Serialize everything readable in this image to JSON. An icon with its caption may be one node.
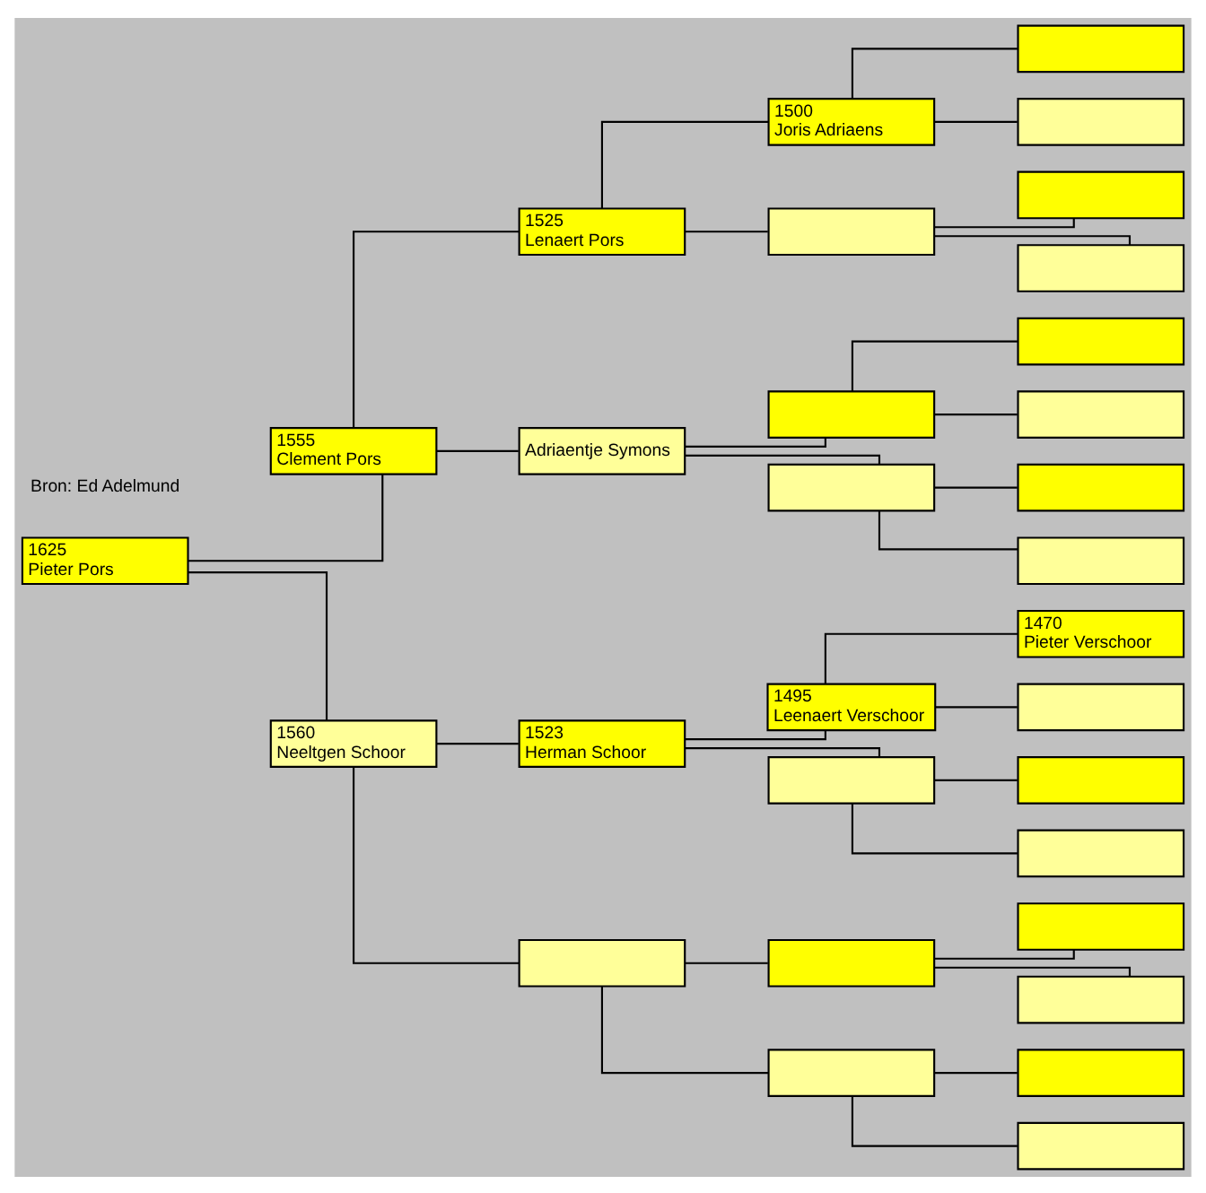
{
  "diagram": {
    "nodes": [
      {
        "text": [
          "1625",
          "Pieter Pors"
        ]
      },
      {
        "text": [
          "1555",
          "Clement Pors"
        ]
      },
      {
        "text": [
          "1560",
          "Neeltgen Schoor"
        ]
      },
      {
        "text": [
          "1525",
          "Lenaert Pors"
        ]
      },
      {
        "text": [
          "Adriaentje Symons"
        ]
      },
      {
        "text": [
          "1523",
          "Herman Schoor"
        ]
      },
      {
        "text": [],
        "shape": "box"
      },
      {
        "text": [
          "1500",
          "Joris Adriaens"
        ]
      },
      {
        "text": [],
        "shape": "box"
      },
      {
        "text": [],
        "shape": "box"
      },
      {
        "text": [],
        "shape": "box"
      },
      {
        "text": [
          "1495",
          "Leenaert Verschoor"
        ]
      },
      {
        "text": [],
        "shape": "box"
      },
      {
        "text": [],
        "shape": "box"
      },
      {
        "text": [],
        "shape": "box"
      },
      {
        "text": [],
        "shape": "box"
      },
      {
        "text": [],
        "shape": "box"
      },
      {
        "text": [],
        "shape": "box"
      },
      {
        "text": [],
        "shape": "box"
      },
      {
        "text": [],
        "shape": "box"
      },
      {
        "text": [],
        "shape": "box"
      },
      {
        "text": [],
        "shape": "box"
      },
      {
        "text": [],
        "shape": "box"
      },
      {
        "text": [
          "1470",
          "Pieter Verschoor"
        ]
      },
      {
        "text": [],
        "shape": "box"
      },
      {
        "text": [],
        "shape": "box"
      },
      {
        "text": [],
        "shape": "box"
      },
      {
        "text": [],
        "shape": "box"
      },
      {
        "text": [],
        "shape": "box"
      },
      {
        "text": [],
        "shape": "box"
      },
      {
        "text": [],
        "shape": "box"
      }
    ],
    "edges": [
      {
        "from": 0,
        "to": 1,
        "arrow": "none"
      },
      {
        "from": 0,
        "to": 2,
        "arrow": "none"
      },
      {
        "from": 1,
        "to": 3,
        "arrow": "none"
      },
      {
        "from": 1,
        "to": 4,
        "arrow": "none"
      },
      {
        "from": 2,
        "to": 5,
        "arrow": "none"
      },
      {
        "from": 2,
        "to": 6,
        "arrow": "none"
      },
      {
        "from": 3,
        "to": 7,
        "arrow": "none"
      },
      {
        "from": 3,
        "to": 8,
        "arrow": "none"
      },
      {
        "from": 4,
        "to": 9,
        "arrow": "none"
      },
      {
        "from": 4,
        "to": 10,
        "arrow": "none"
      },
      {
        "from": 5,
        "to": 11,
        "arrow": "none"
      },
      {
        "from": 5,
        "to": 12,
        "arrow": "none"
      },
      {
        "from": 6,
        "to": 13,
        "arrow": "none"
      },
      {
        "from": 6,
        "to": 14,
        "arrow": "none"
      },
      {
        "from": 7,
        "to": 15,
        "arrow": "none"
      },
      {
        "from": 7,
        "to": 16,
        "arrow": "none"
      },
      {
        "from": 8,
        "to": 17,
        "arrow": "none"
      },
      {
        "from": 8,
        "to": 18,
        "arrow": "none"
      },
      {
        "from": 9,
        "to": 19,
        "arrow": "none"
      },
      {
        "from": 9,
        "to": 20,
        "arrow": "none"
      },
      {
        "from": 10,
        "to": 21,
        "arrow": "none"
      },
      {
        "from": 10,
        "to": 22,
        "arrow": "none"
      },
      {
        "from": 11,
        "to": 23,
        "arrow": "none"
      },
      {
        "from": 11,
        "to": 24,
        "arrow": "none"
      },
      {
        "from": 12,
        "to": 25,
        "arrow": "none"
      },
      {
        "from": 12,
        "to": 26,
        "arrow": "none"
      },
      {
        "from": 13,
        "to": 27,
        "arrow": "none"
      },
      {
        "from": 13,
        "to": 28,
        "arrow": "none"
      },
      {
        "from": 14,
        "to": 29,
        "arrow": "none"
      },
      {
        "from": 14,
        "to": 30,
        "arrow": "none"
      }
    ],
    "labels": [
      "Bron: Ed Adelmund"
    ]
  }
}
